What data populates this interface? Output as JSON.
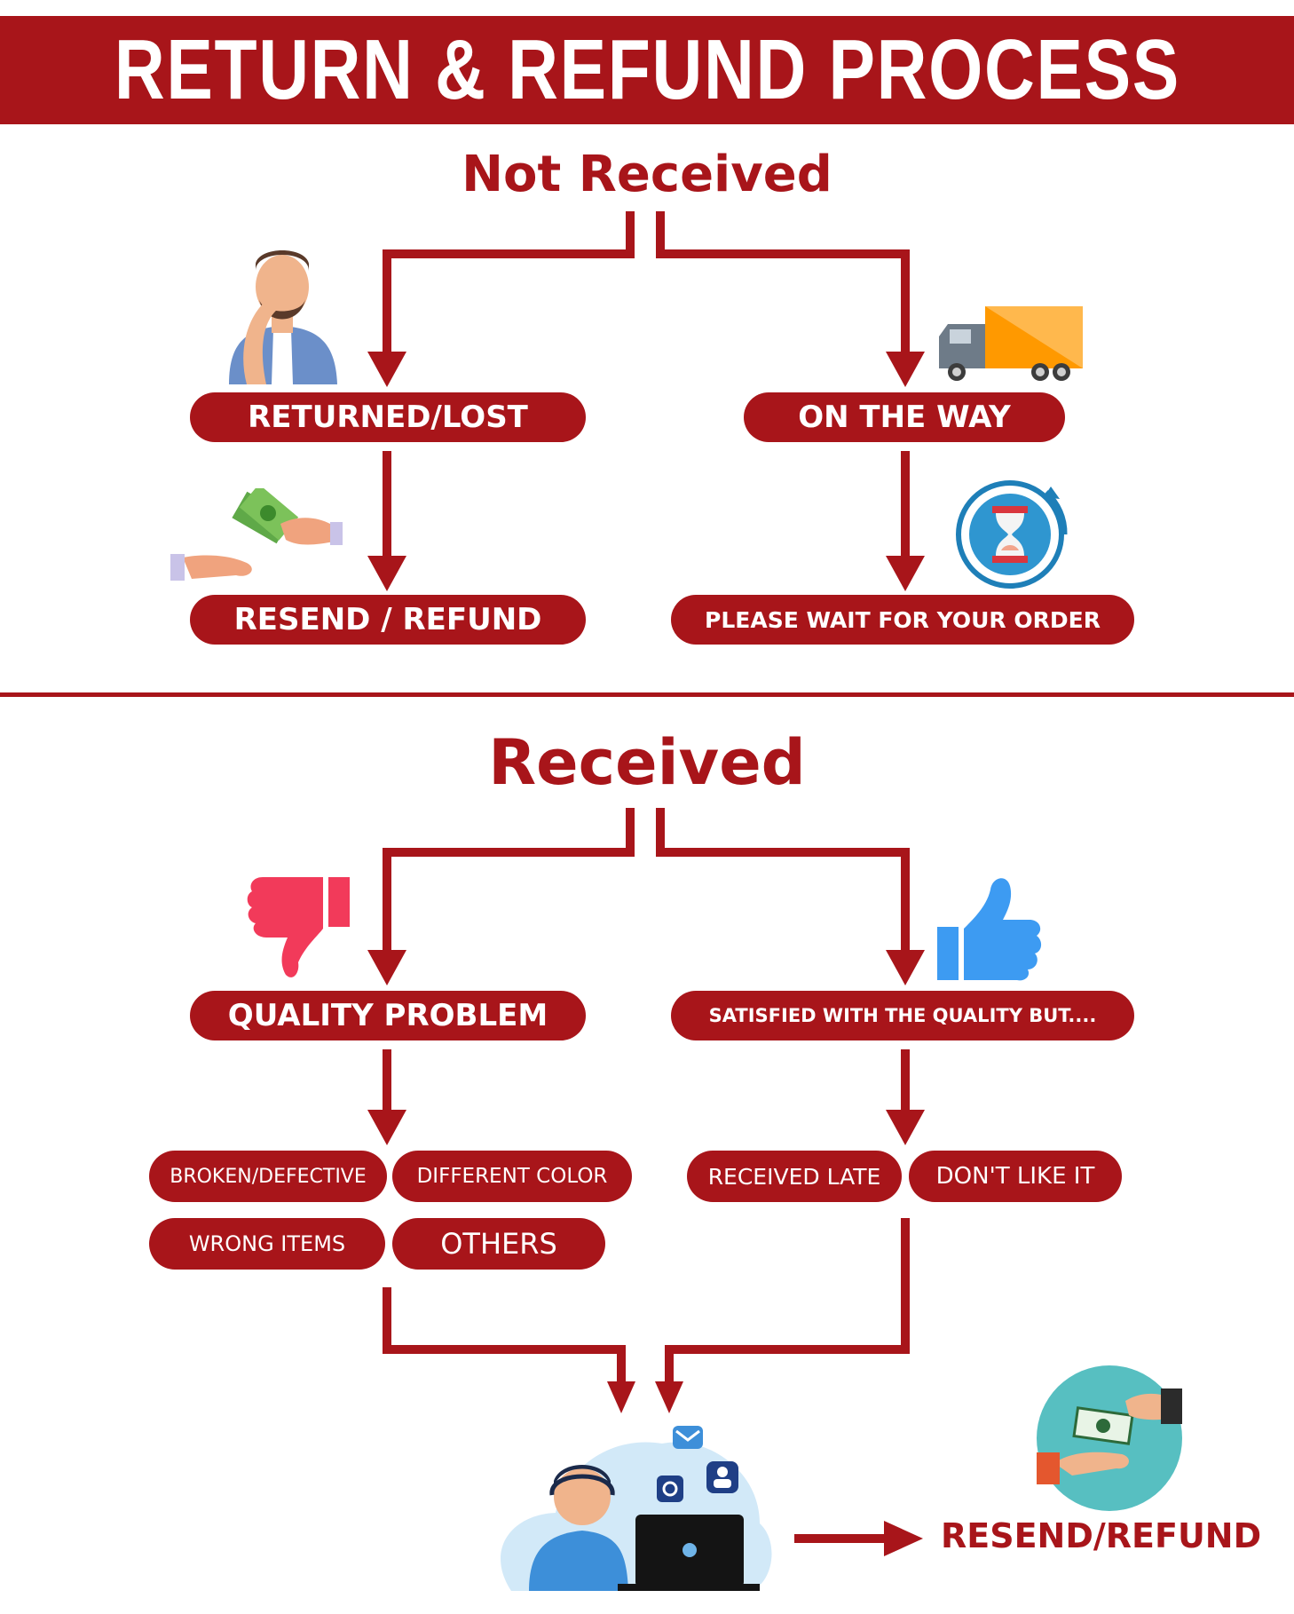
{
  "title": "RETURN & REFUND PROCESS",
  "not_received": {
    "heading": "Not Received",
    "returned_lost": "RETURNED/LOST",
    "on_the_way": "ON THE WAY",
    "resend_refund": "RESEND / REFUND",
    "please_wait": "PLEASE WAIT FOR YOUR ORDER"
  },
  "received": {
    "heading": "Received",
    "quality_problem": "QUALITY PROBLEM",
    "satisfied": "SATISFIED WITH THE QUALITY BUT....",
    "reasons_quality": [
      "BROKEN/DEFECTIVE",
      "DIFFERENT COLOR",
      "WRONG ITEMS",
      "OTHERS"
    ],
    "reasons_satisfied": [
      "RECEIVED LATE",
      "DON'T LIKE IT"
    ],
    "final": "RESEND/REFUND"
  },
  "icons": [
    "frustrated-man-icon",
    "delivery-truck-icon",
    "money-handover-icon",
    "hourglass-icon",
    "thumbs-down-icon",
    "thumbs-up-icon",
    "customer-support-icon",
    "refund-hands-icon"
  ],
  "colors": {
    "primary": "#a8151a",
    "thumbs_down": "#f23a5a",
    "thumbs_up": "#3d9bf2",
    "truck": "#ff9900",
    "coin_teal": "#57bfc1"
  }
}
